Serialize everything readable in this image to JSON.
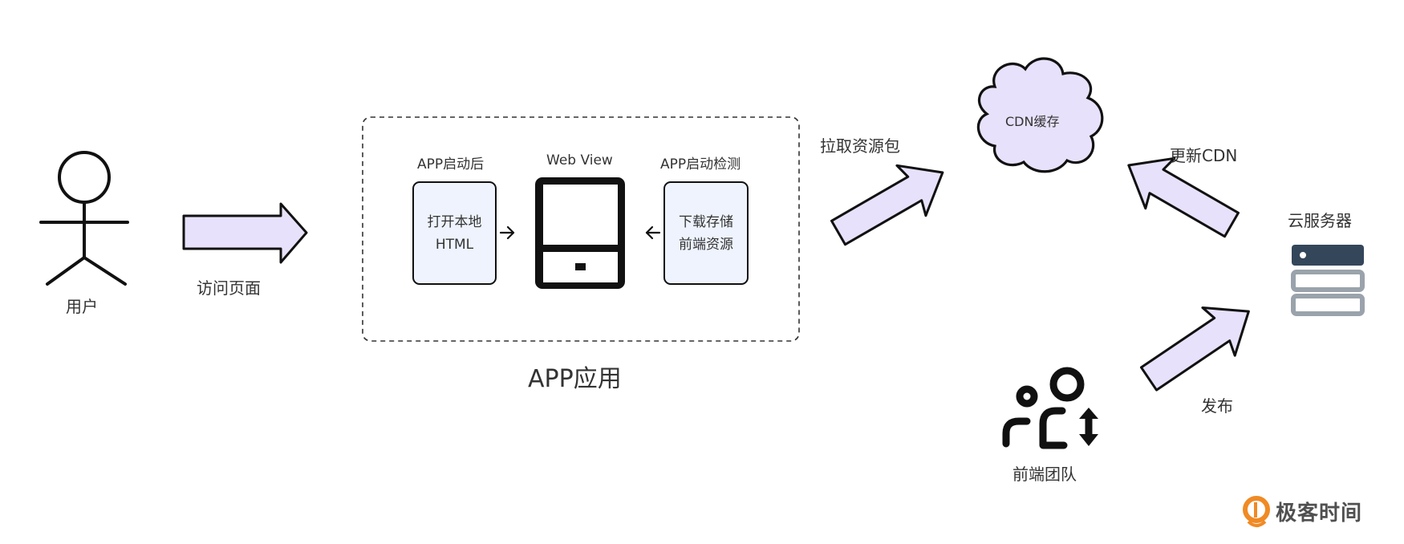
{
  "actor": {
    "label": "用户",
    "icon": "stick-figure-icon"
  },
  "visit_arrow": {
    "label": "访问页面"
  },
  "app": {
    "title": "APP应用",
    "left_card": {
      "heading": "APP启动后",
      "lines": [
        "打开本地",
        "HTML"
      ]
    },
    "webview": {
      "heading": "Web View",
      "icon": "tablet-device-icon"
    },
    "right_card": {
      "heading": "APP启动检测",
      "lines": [
        "下载存储",
        "前端资源"
      ]
    }
  },
  "pull_arrow": {
    "label": "拉取资源包"
  },
  "cdn": {
    "label": "CDN缓存",
    "icon": "cloud-icon"
  },
  "update_arrow": {
    "label": "更新CDN"
  },
  "server": {
    "label": "云服务器",
    "icon": "server-stack-icon"
  },
  "team": {
    "label": "前端团队",
    "icon": "team-icon"
  },
  "publish_arrow": {
    "label": "发布"
  },
  "brand": {
    "name": "极客时间",
    "icon": "geektime-logo-icon"
  },
  "colors": {
    "arrow_fill": "#e8e1fb",
    "card_fill": "#eef3fd",
    "server_dark": "#34465a",
    "server_gray": "#9aa3ab",
    "brand_orange": "#f08a24"
  }
}
